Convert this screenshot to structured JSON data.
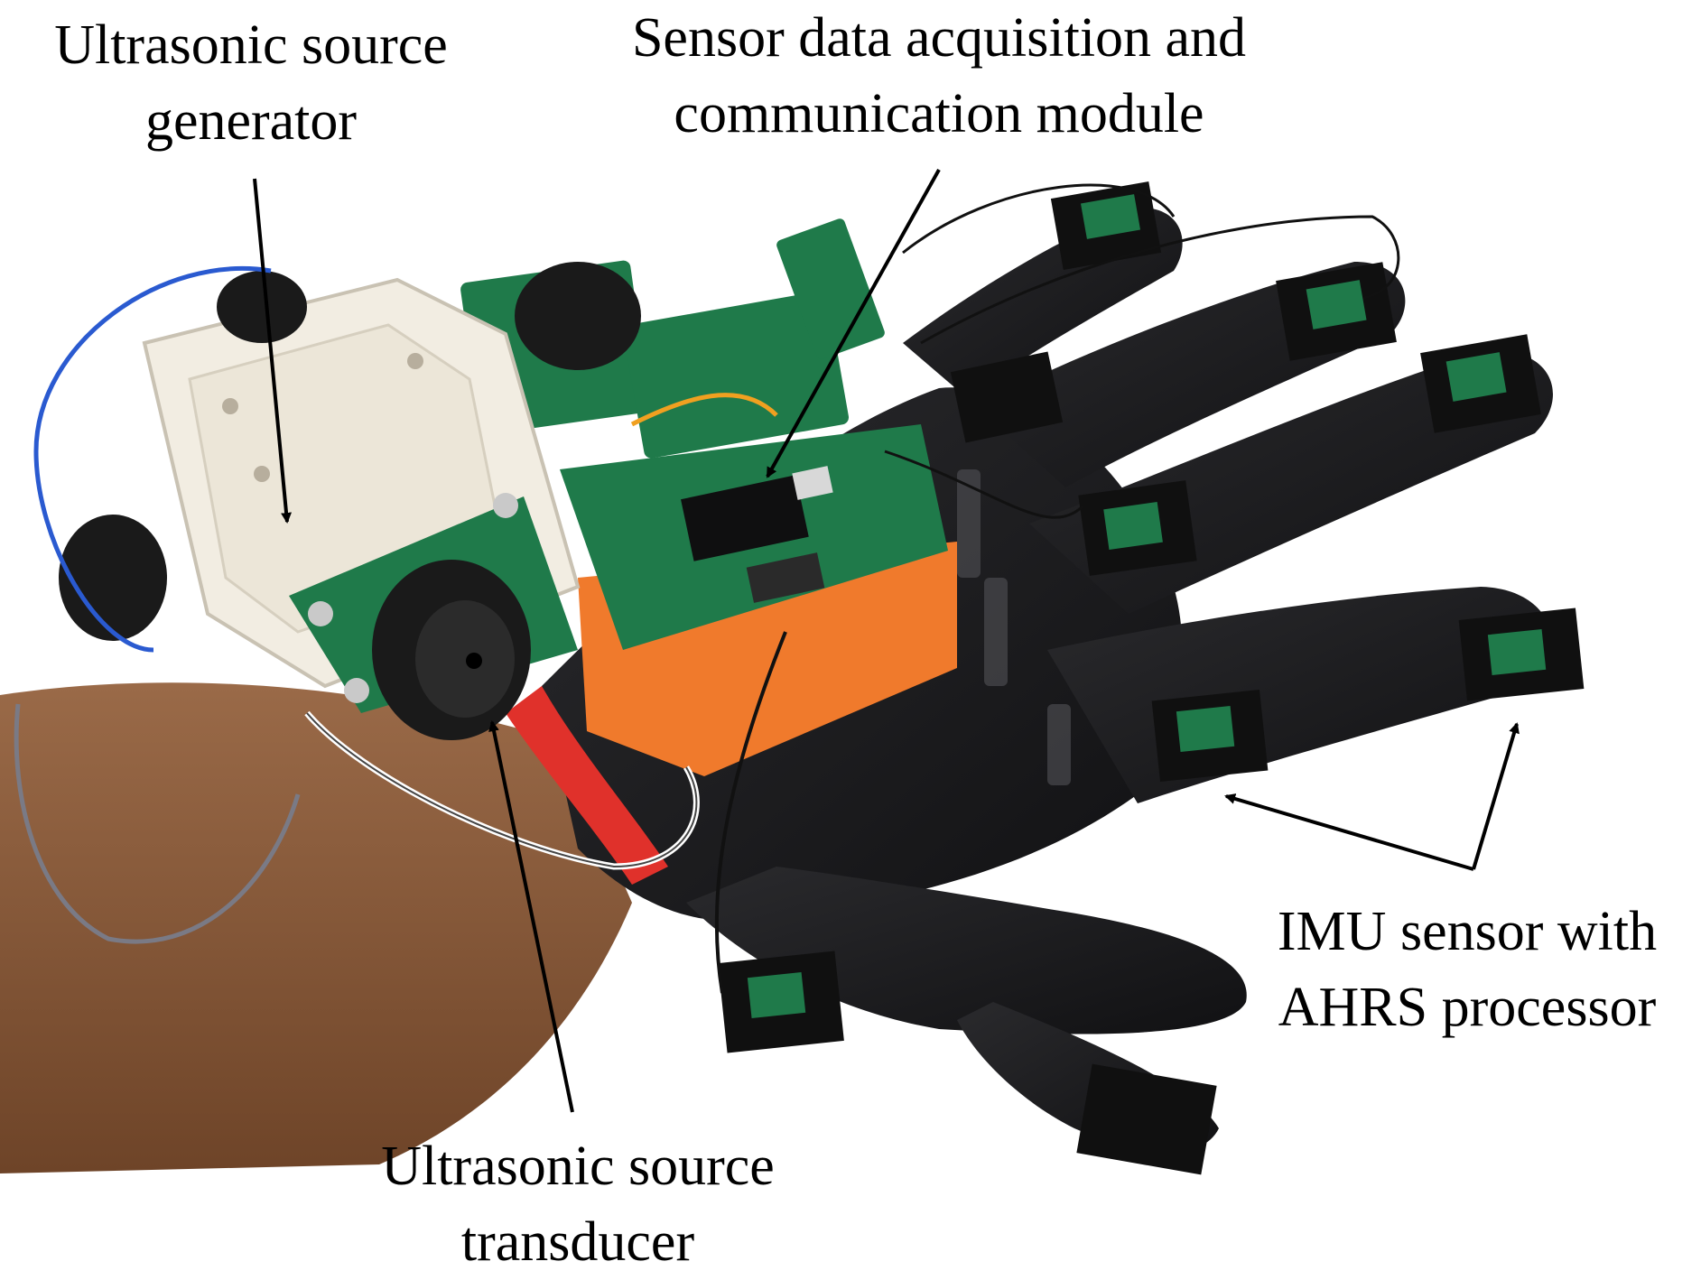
{
  "annotations": {
    "source_generator": {
      "line1": "Ultrasonic source",
      "line2": "generator"
    },
    "daq_module": {
      "line1": "Sensor data acquisition and",
      "line2": "communication module"
    },
    "transducer": {
      "line1": "Ultrasonic source",
      "line2": "transducer"
    },
    "imu": {
      "line1": "IMU sensor with",
      "line2": "AHRS processor"
    }
  },
  "colors": {
    "skin": "#8a5a3c",
    "glove": "#1c1c1e",
    "enclosure": "#ffffff",
    "orange_case": "#f07a2c",
    "pcb": "#1f7a4a",
    "strap": "#e0312b",
    "arrow": "#000000"
  }
}
